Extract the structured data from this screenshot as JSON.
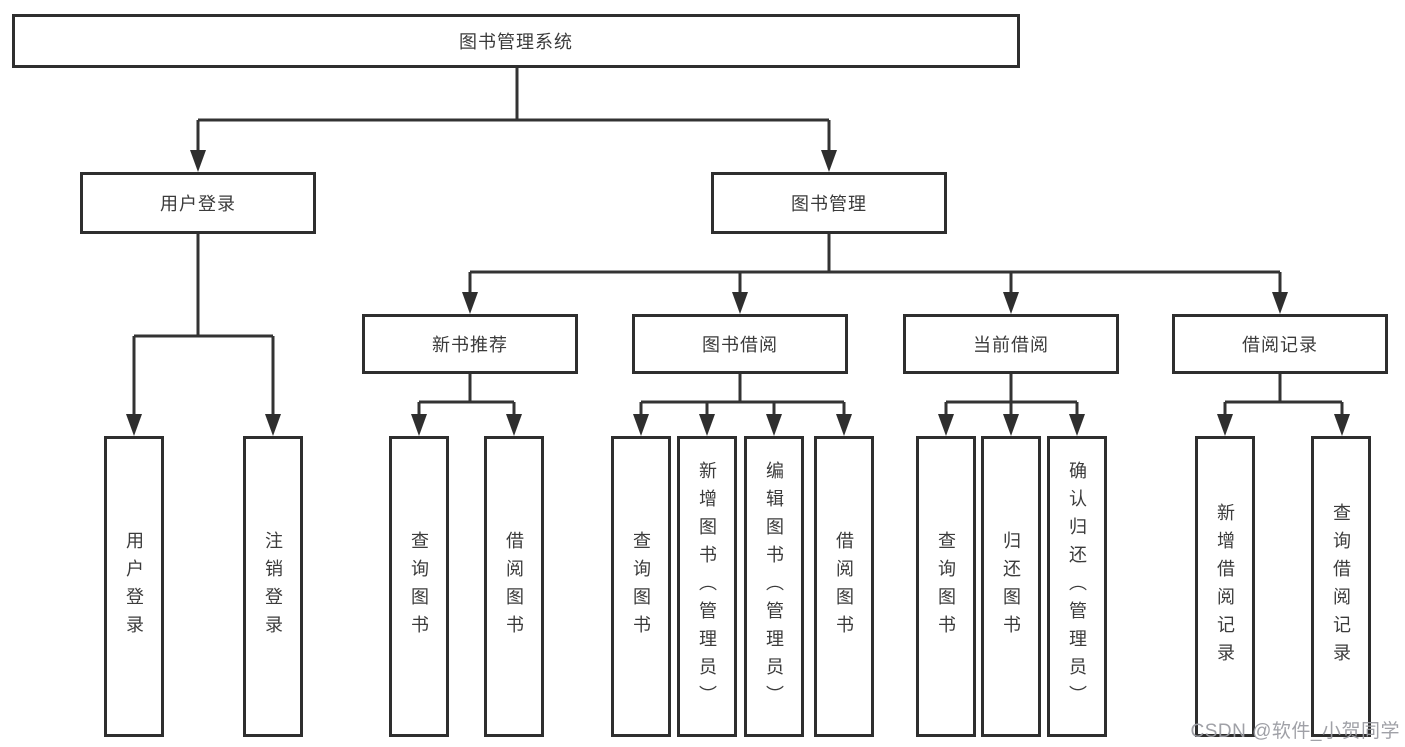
{
  "diagram": {
    "root": {
      "label": "图书管理系统"
    },
    "user_login": {
      "label": "用户登录",
      "children": [
        {
          "label": "用户登录"
        },
        {
          "label": "注销登录"
        }
      ]
    },
    "book_management": {
      "label": "图书管理",
      "children": [
        {
          "label": "新书推荐",
          "children": [
            {
              "label": "查询图书"
            },
            {
              "label": "借阅图书"
            }
          ]
        },
        {
          "label": "图书借阅",
          "children": [
            {
              "label": "查询图书"
            },
            {
              "label": "新增图书（管理员）"
            },
            {
              "label": "编辑图书（管理员）"
            },
            {
              "label": "借阅图书"
            }
          ]
        },
        {
          "label": "当前借阅",
          "children": [
            {
              "label": "查询图书"
            },
            {
              "label": "归还图书"
            },
            {
              "label": "确认归还（管理员）"
            }
          ]
        },
        {
          "label": "借阅记录",
          "children": [
            {
              "label": "新增借阅记录"
            },
            {
              "label": "查询借阅记录"
            }
          ]
        }
      ]
    }
  },
  "watermark": {
    "text": "CSDN @软件_小贺同学"
  },
  "colors": {
    "line": "#333333",
    "box_border": "#2e2e2e",
    "text": "#3b3b3b",
    "watermark": "#9b9ca2",
    "background": "#ffffff"
  }
}
